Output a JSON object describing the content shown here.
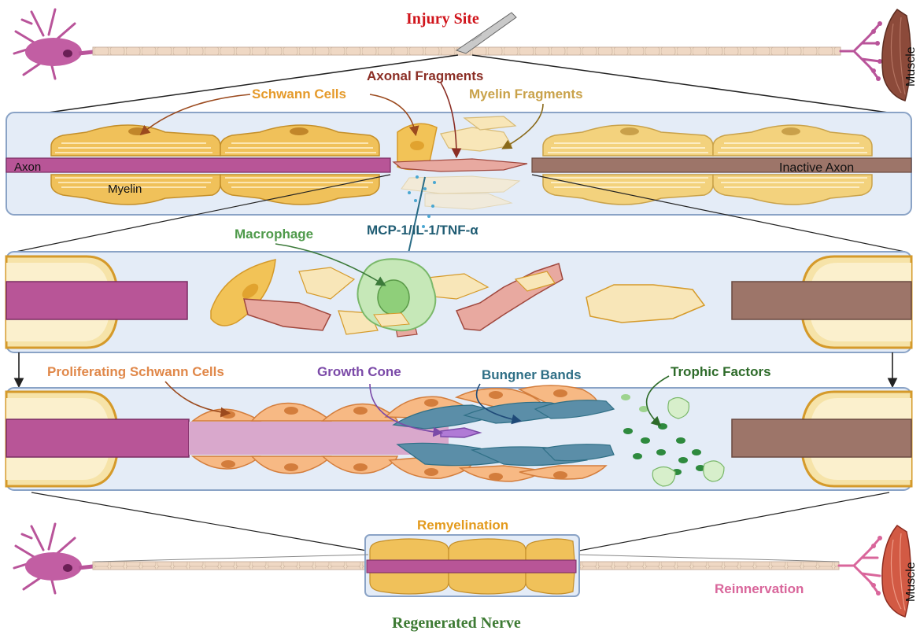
{
  "labels": {
    "injury_site": "Injury Site",
    "muscle_top": "Muscle",
    "axonal_fragments": "Axonal Fragments",
    "schwann_cells": "Schwann Cells",
    "myelin_fragments": "Myelin Fragments",
    "axon": "Axon",
    "myelin": "Myelin",
    "inactive_axon": "Inactive Axon",
    "cytokines": "MCP-1/IL-1/TNF-α",
    "macrophage": "Macrophage",
    "proliferating_schwann": "Proliferating Schwann Cells",
    "growth_cone": "Growth Cone",
    "bungner_bands": "Bungner Bands",
    "trophic_factors": "Trophic Factors",
    "remyelination": "Remyelination",
    "muscle_bottom": "Muscle",
    "reinnervation": "Reinnervation",
    "regenerated_nerve": "Regenerated Nerve"
  },
  "colors": {
    "injury": "#d0141b",
    "axonal_fragments": "#8b2e25",
    "schwann": "#e59a2a",
    "myelin_fragments": "#c9a24a",
    "cytokine": "#1f5c73",
    "macrophage": "#4f9a4b",
    "proliferating": "#e0884a",
    "growth_cone": "#7b4aa8",
    "bungner": "#2f6f86",
    "trophic": "#2e6b2a",
    "remyelination": "#e39a1c",
    "reinnervation": "#d9669b",
    "regenerated": "#3e7b34",
    "axon_purple": "#b85597",
    "axon_inactive": "#9d7569",
    "panel_bg": "#e4ecf7",
    "panel_border": "#8aa3c6"
  }
}
